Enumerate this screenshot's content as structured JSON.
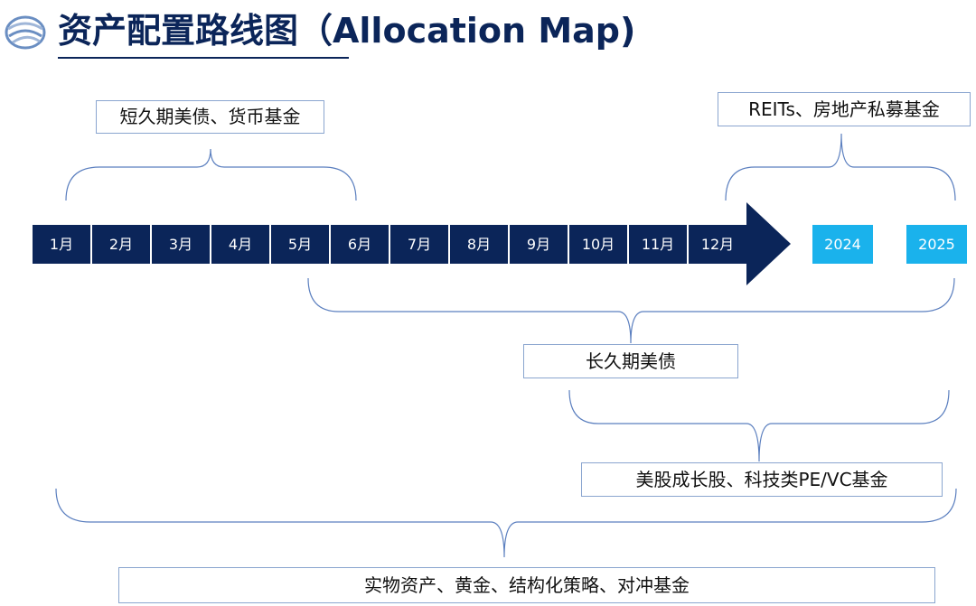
{
  "title": "资产配置路线图（Allocation Map)",
  "timeline": {
    "months": [
      "1月",
      "2月",
      "3月",
      "4月",
      "5月",
      "6月",
      "7月",
      "8月",
      "9月",
      "10月",
      "11月",
      "12月"
    ],
    "years": [
      "2024",
      "2025"
    ]
  },
  "labels": {
    "short_bonds": "短久期美债、货币基金",
    "reits": "REITs、房地产私募基金",
    "long_bonds": "长久期美债",
    "growth": "美股成长股、科技类PE/VC基金",
    "real_assets": "实物资产、黄金、结构化策略、对冲基金"
  },
  "colors": {
    "navy": "#0b2559",
    "year_blue": "#1ab2ec",
    "brace": "#5b7fbf"
  }
}
